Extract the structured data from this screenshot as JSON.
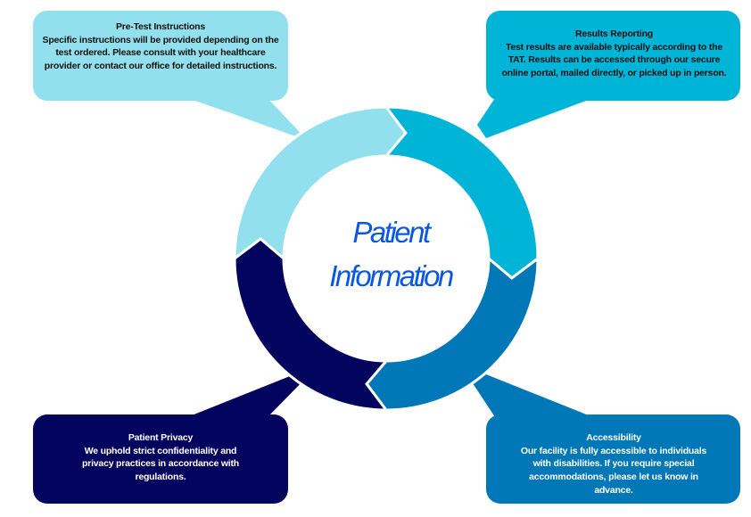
{
  "diagram": {
    "type": "cycle",
    "center_title": {
      "line1": "Patient",
      "line2": "Information"
    },
    "colors": {
      "pre_test": "#92E0EE",
      "results": "#00B4D8",
      "accessibility": "#0077B6",
      "privacy": "#03045E",
      "center_text": "#0A58E0"
    },
    "callouts": [
      {
        "id": "pre-test-instructions",
        "title": "Pre-Test Instructions",
        "body": "Specific instructions will be provided depending on the test ordered. Please consult with your healthcare provider or contact our office for detailed instructions."
      },
      {
        "id": "results-reporting",
        "title": "Results Reporting",
        "body": "Test results are available typically according to the TAT. Results can be accessed through our secure online portal, mailed directly, or picked up in person."
      },
      {
        "id": "patient-privacy",
        "title": "Patient Privacy",
        "body": "We uphold strict confidentiality and privacy practices in accordance with regulations."
      },
      {
        "id": "accessibility",
        "title": "Accessibility",
        "body": "Our facility is fully accessible to individuals with disabilities. If you require special accommodations, please let us know in advance."
      }
    ]
  }
}
